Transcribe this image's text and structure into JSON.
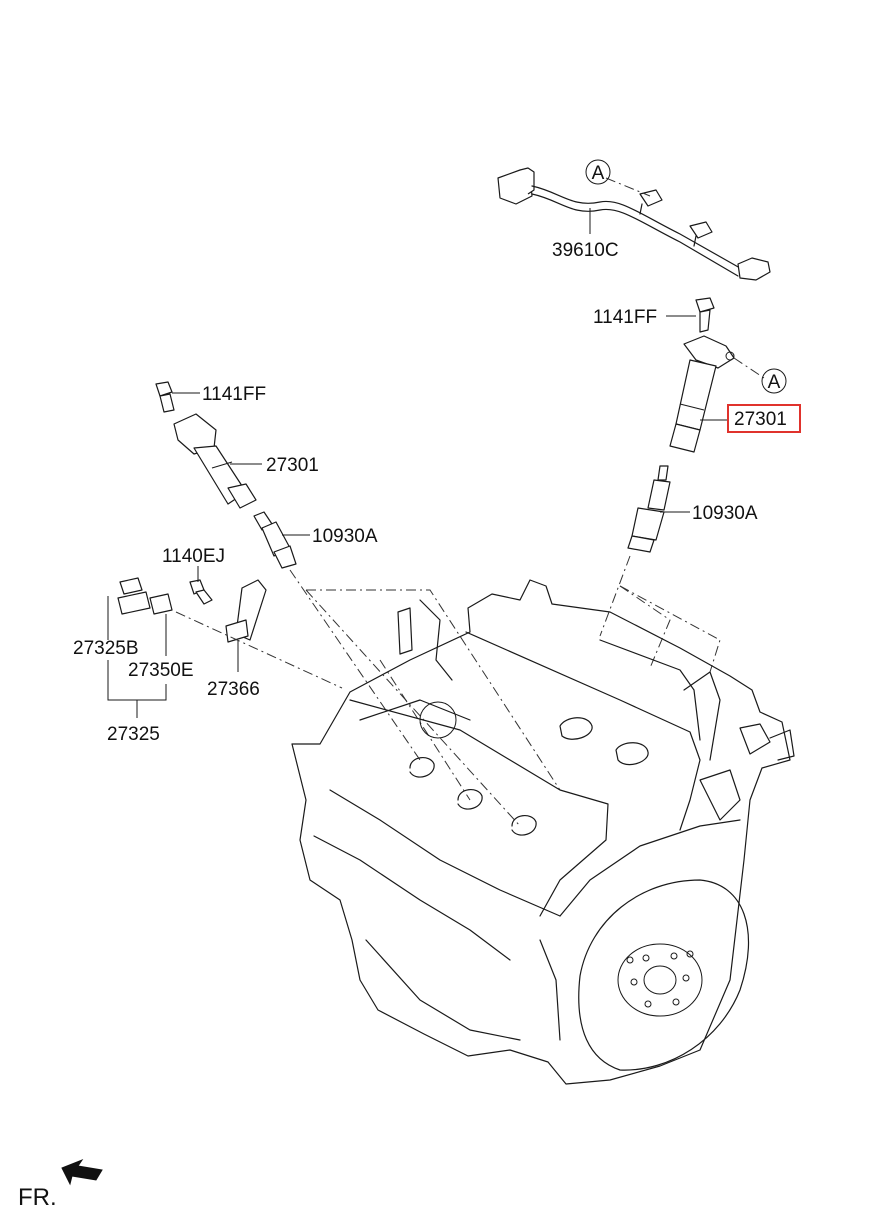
{
  "labels": {
    "wire_harness": "39610C",
    "circle_a_top": "A",
    "circle_a_coil": "A",
    "bolt_right": "1141FF",
    "coil_right": "27301",
    "plug_right": "10930A",
    "bolt_left": "1141FF",
    "coil_left": "27301",
    "plug_left": "10930A",
    "bolt_sensor": "1140EJ",
    "sensor_b": "27325B",
    "bracket_e": "27350E",
    "bracket_366": "27366",
    "sensor_assy": "27325",
    "front_marker": "FR."
  },
  "highlight_color": "#e0322c"
}
